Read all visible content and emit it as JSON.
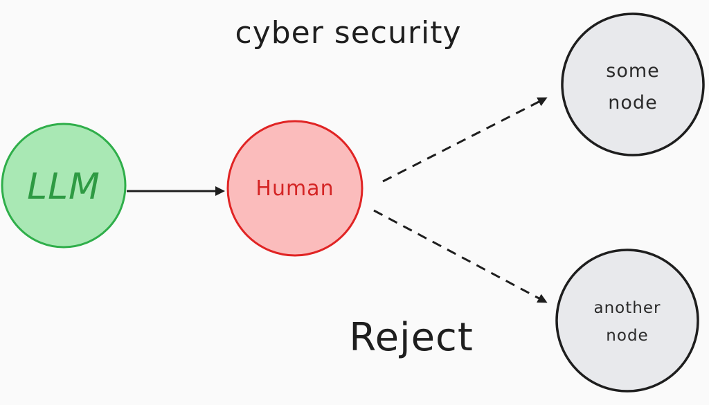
{
  "title": "cyber security",
  "edge_label": "Reject",
  "nodes": {
    "llm": {
      "label": "LLM",
      "fill": "#a9e8b4",
      "stroke": "#2fae4a",
      "text_color": "#2e9a43"
    },
    "human": {
      "label": "Human",
      "fill": "#fbbcbc",
      "stroke": "#e02424",
      "text_color": "#d42525"
    },
    "some": {
      "label_line1": "some",
      "label_line2": "node",
      "fill": "#e8e9ec",
      "stroke": "#1e1e1e",
      "text_color": "#2a2a2a"
    },
    "another": {
      "label_line1": "another",
      "label_line2": "node",
      "fill": "#e8e9ec",
      "stroke": "#1e1e1e",
      "text_color": "#2a2a2a"
    }
  },
  "edges": [
    {
      "from": "LLM",
      "to": "Human",
      "style": "solid"
    },
    {
      "from": "Human",
      "to": "some node",
      "style": "dashed"
    },
    {
      "from": "Human",
      "to": "another node",
      "style": "dashed"
    }
  ]
}
